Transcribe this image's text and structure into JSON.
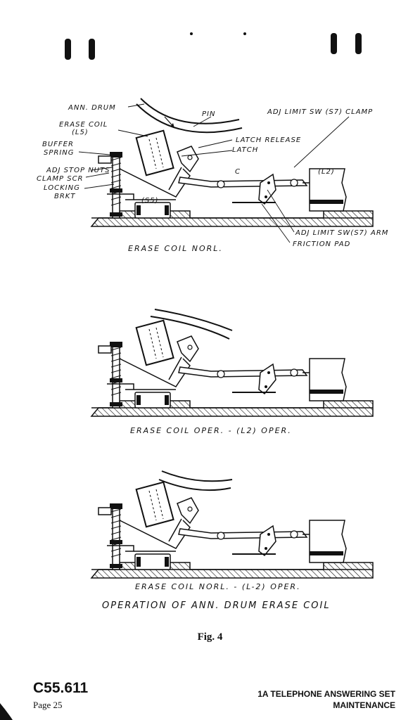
{
  "diagram1": {
    "labels": {
      "ann_drum": "ANN. DRUM",
      "pin": "PIN",
      "adj_limit_clamp": "ADJ LIMIT SW (S7) CLAMP",
      "erase_coil": "ERASE COIL",
      "erase_coil_ref": "(L5)",
      "buffer": "BUFFER",
      "spring": "SPRING",
      "latch_release": "LATCH RELEASE",
      "latch": "LATCH",
      "adj_stop_nuts": "ADJ STOP NUTS",
      "clamp_scr": "CLAMP SCR",
      "locking": "LOCKING",
      "brkt": "BRKT",
      "s5": "(S5)",
      "l2": "(L2)",
      "c": "C",
      "adj_limit_arm": "ADJ LIMIT SW(S7) ARM",
      "friction_pad": "FRICTION PAD"
    },
    "caption": "ERASE COIL NORL."
  },
  "diagram2": {
    "caption": "ERASE COIL OPER. - (L2) OPER."
  },
  "diagram3": {
    "caption": "ERASE COIL NORL. - (L-2) OPER."
  },
  "main_caption": "OPERATION OF ANN. DRUM ERASE COIL",
  "figure_label": "Fig. 4",
  "footer": {
    "code": "C55.611",
    "page": "Page 25",
    "title_line1": "1A TELEPHONE ANSWERING SET",
    "title_line2": "MAINTENANCE"
  }
}
